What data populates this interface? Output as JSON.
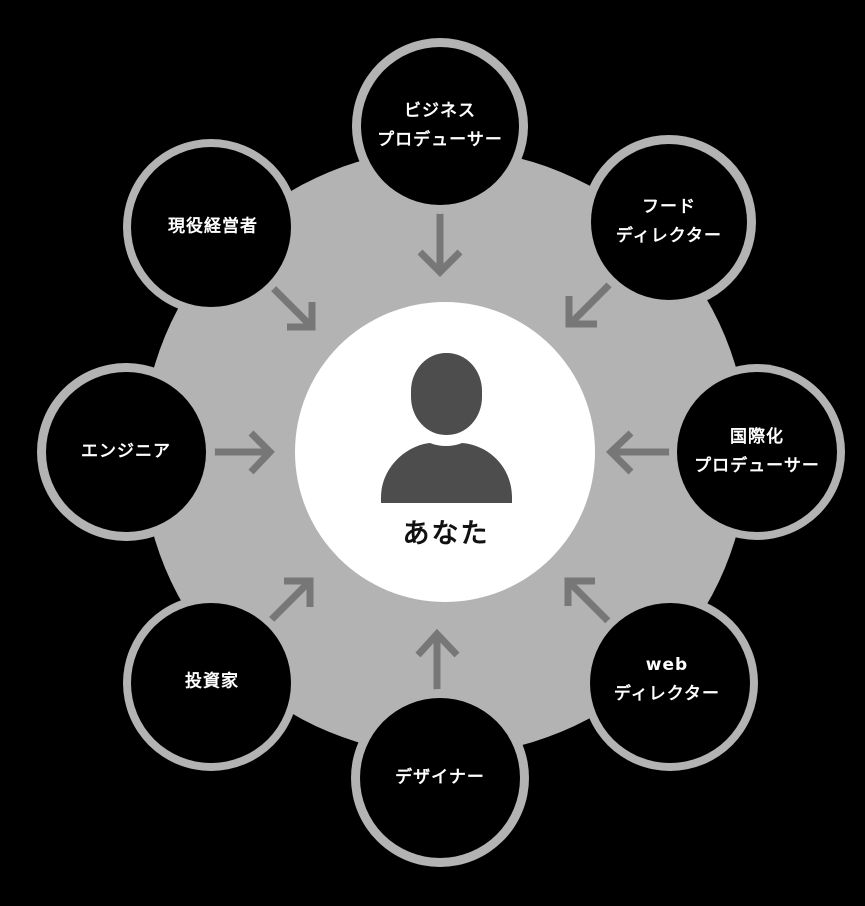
{
  "diagram": {
    "type": "hub-and-spoke",
    "colors": {
      "background": "#000000",
      "outer_disc": "#b3b3b3",
      "node_ring": "#b3b3b3",
      "node_fill": "#000000",
      "center_fill": "#ffffff",
      "arrow": "#777777",
      "person_icon": "#4d4d4d",
      "node_text": "#ffffff",
      "center_text": "#111111"
    },
    "center": {
      "label": "あなた",
      "icon": "person-icon"
    },
    "nodes": [
      {
        "id": "business-producer",
        "line1": "ビジネス",
        "line2": "プロデューサー",
        "position": "top"
      },
      {
        "id": "food-director",
        "line1": "フード",
        "line2": "ディレクター",
        "position": "top-right"
      },
      {
        "id": "internationalization-producer",
        "line1": "国際化",
        "line2": "プロデューサー",
        "position": "right"
      },
      {
        "id": "web-director",
        "line1": "web",
        "line2": "ディレクター",
        "position": "bottom-right"
      },
      {
        "id": "designer",
        "line1": "デザイナー",
        "line2": "",
        "position": "bottom"
      },
      {
        "id": "investor",
        "line1": "投資家",
        "line2": "",
        "position": "bottom-left"
      },
      {
        "id": "engineer",
        "line1": "エンジニア",
        "line2": "",
        "position": "left"
      },
      {
        "id": "current-executive",
        "line1": "現役経営者",
        "line2": "",
        "position": "top-left"
      }
    ],
    "arrow_direction": "inward (each node points to center)"
  }
}
